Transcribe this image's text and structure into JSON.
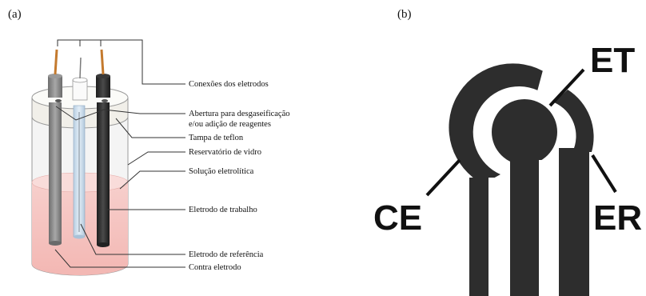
{
  "panel_a": {
    "label": "(a)",
    "callouts": [
      "Conexões dos eletrodos",
      "Abertura para desgaseificação",
      "e/ou adição de reagentes",
      "Tampa de teflon",
      "Reservatório de vidro",
      "Solução eletrolítica",
      "Eletrodo de trabalho",
      "Eletrodo de referência",
      "Contra eletrodo"
    ],
    "colors": {
      "solution": "#f7c9c6",
      "glass": "#e9e9e9",
      "teflon_cap": "#f5f5f2",
      "counter_electrode": "#8c8c8c",
      "working_electrode": "#3a3a3a",
      "reference_electrode": "#c9dcea",
      "wire": "#c47a2e"
    }
  },
  "panel_b": {
    "label": "(b)",
    "electrodes": {
      "working": "ET",
      "counter": "CE",
      "reference": "ER"
    },
    "colors": {
      "ink": "#2d2d2d"
    }
  }
}
